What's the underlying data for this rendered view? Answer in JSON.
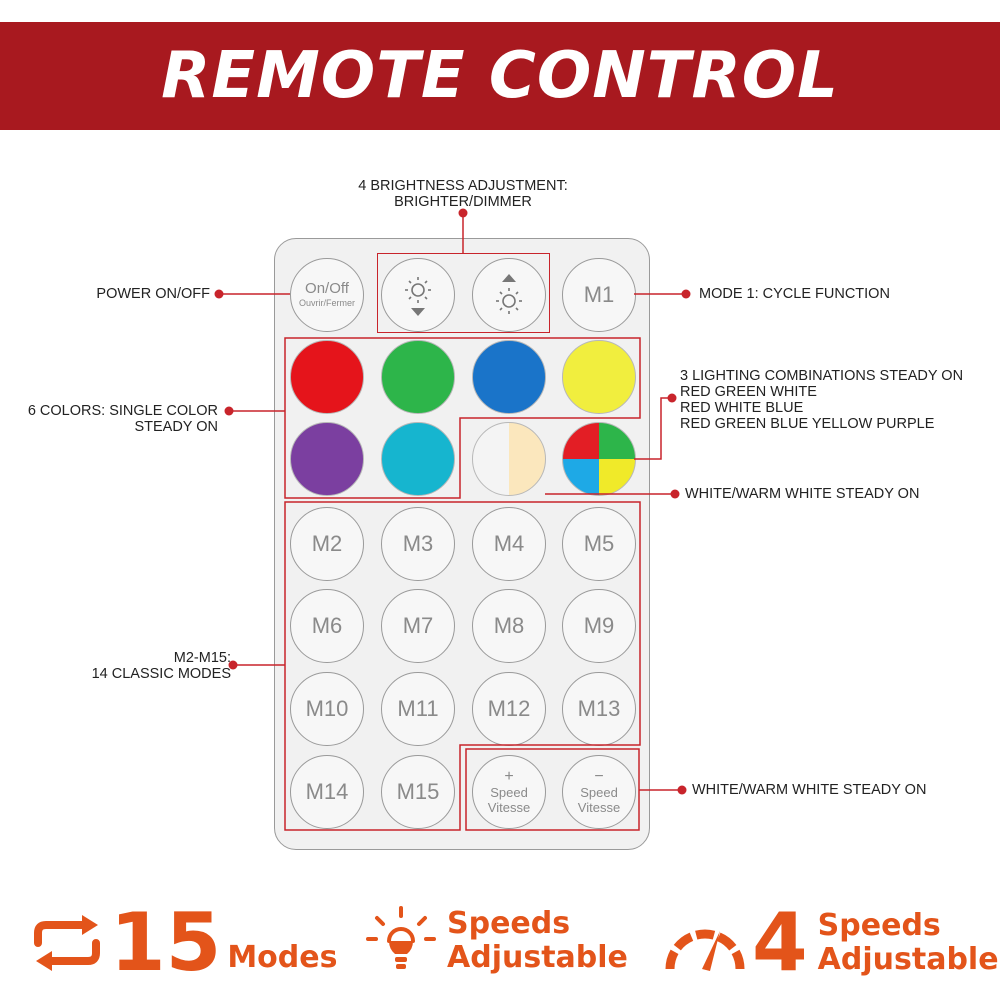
{
  "header": {
    "title": "REMOTE CONTROL"
  },
  "annotations": {
    "brightness": [
      "4 BRIGHTNESS ADJUSTMENT:",
      "BRIGHTER/DIMMER"
    ],
    "power": "POWER ON/OFF",
    "mode1": "MODE 1: CYCLE FUNCTION",
    "colors": [
      "6 COLORS: SINGLE COLOR",
      "STEADY ON"
    ],
    "combos": [
      "3 LIGHTING COMBINATIONS STEADY ON",
      "RED GREEN WHITE",
      "RED WHITE BLUE",
      "RED GREEN BLUE YELLOW PURPLE"
    ],
    "white_warm": "WHITE/WARM WHITE STEADY ON",
    "modes": [
      "M2-M15:",
      "14 CLASSIC MODES"
    ],
    "speed": "WHITE/WARM WHITE STEADY ON"
  },
  "remote": {
    "power_button": {
      "main": "On/Off",
      "sub": "Ouvrir/Fermer"
    },
    "m1_label": "M1",
    "color_buttons": [
      {
        "name": "red",
        "color": "#e5141b"
      },
      {
        "name": "green",
        "color": "#2db54a"
      },
      {
        "name": "blue",
        "color": "#1a74c9"
      },
      {
        "name": "yellow",
        "color": "#f1ee3e"
      },
      {
        "name": "purple",
        "color": "#7b3fa0"
      },
      {
        "name": "cyan",
        "color": "#16b5cf"
      }
    ],
    "white_warm_colors": [
      "#f4f4f4",
      "#fbe7bd"
    ],
    "combo_colors": [
      "#e31e25",
      "#2db54a",
      "#1ea9e6",
      "#f0ea29"
    ],
    "modes": [
      "M2",
      "M3",
      "M4",
      "M5",
      "M6",
      "M7",
      "M8",
      "M9",
      "M10",
      "M11",
      "M12",
      "M13",
      "M14",
      "M15"
    ],
    "speed_up": {
      "sign": "+",
      "line1": "Speed",
      "line2": "Vitesse"
    },
    "speed_down": {
      "sign": "−",
      "line1": "Speed",
      "line2": "Vitesse"
    }
  },
  "features": {
    "modes": {
      "number": "15",
      "word": "Modes"
    },
    "speeds_adjustable": {
      "line1": "Speeds",
      "line2": "Adjustable"
    },
    "four_speeds": {
      "number": "4",
      "line1": "Speeds",
      "line2": "Adjustable"
    }
  },
  "colors": {
    "banner": "#a8191f",
    "accent": "#e3541a",
    "callout": "#c8242b"
  },
  "icons": [
    "brightness-down-icon",
    "brightness-up-icon",
    "cycle-arrows-icon",
    "lightbulb-icon",
    "speedometer-icon"
  ]
}
